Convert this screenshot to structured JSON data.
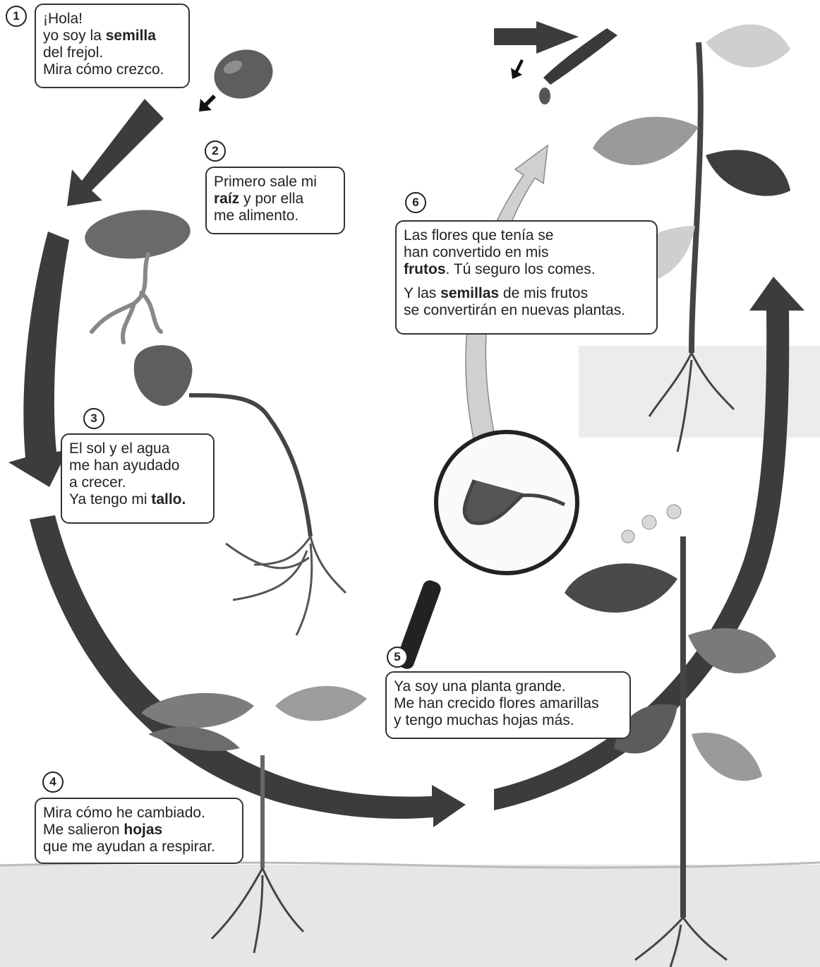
{
  "steps": [
    {
      "number": "1",
      "lines": [
        {
          "parts": [
            {
              "text": "¡Hola!",
              "bold": false
            }
          ]
        },
        {
          "parts": [
            {
              "text": "yo soy la ",
              "bold": false
            },
            {
              "text": "semilla",
              "bold": true
            }
          ]
        },
        {
          "parts": [
            {
              "text": "del frejol.",
              "bold": false
            }
          ]
        },
        {
          "parts": [
            {
              "text": "Mira cómo crezco.",
              "bold": false
            }
          ]
        }
      ]
    },
    {
      "number": "2",
      "lines": [
        {
          "parts": [
            {
              "text": "Primero sale mi",
              "bold": false
            }
          ]
        },
        {
          "parts": [
            {
              "text": "raíz",
              "bold": true
            },
            {
              "text": " y por ella",
              "bold": false
            }
          ]
        },
        {
          "parts": [
            {
              "text": "me alimento.",
              "bold": false
            }
          ]
        }
      ]
    },
    {
      "number": "3",
      "lines": [
        {
          "parts": [
            {
              "text": "El sol y el agua",
              "bold": false
            }
          ]
        },
        {
          "parts": [
            {
              "text": "me han ayudado",
              "bold": false
            }
          ]
        },
        {
          "parts": [
            {
              "text": "a crecer.",
              "bold": false
            }
          ]
        },
        {
          "parts": [
            {
              "text": "Ya tengo mi ",
              "bold": false
            },
            {
              "text": "tallo.",
              "bold": true
            }
          ]
        }
      ]
    },
    {
      "number": "4",
      "lines": [
        {
          "parts": [
            {
              "text": "Mira cómo he cambiado.",
              "bold": false
            }
          ]
        },
        {
          "parts": [
            {
              "text": "Me salieron ",
              "bold": false
            },
            {
              "text": "hojas",
              "bold": true
            }
          ]
        },
        {
          "parts": [
            {
              "text": "que me ayudan a respirar.",
              "bold": false
            }
          ]
        }
      ]
    },
    {
      "number": "5",
      "lines": [
        {
          "parts": [
            {
              "text": "Ya soy una planta grande.",
              "bold": false
            }
          ]
        },
        {
          "parts": [
            {
              "text": "Me han crecido flores amarillas",
              "bold": false
            }
          ]
        },
        {
          "parts": [
            {
              "text": "y tengo muchas hojas más.",
              "bold": false
            }
          ]
        }
      ]
    },
    {
      "number": "6",
      "lines": [
        {
          "parts": [
            {
              "text": "Las flores que tenía se",
              "bold": false
            }
          ]
        },
        {
          "parts": [
            {
              "text": "han convertido en mis",
              "bold": false
            }
          ]
        },
        {
          "parts": [
            {
              "text": "frutos",
              "bold": true
            },
            {
              "text": ". Tú seguro los comes.",
              "bold": false
            }
          ]
        },
        {
          "gap": true
        },
        {
          "parts": [
            {
              "text": "Y las ",
              "bold": false
            },
            {
              "text": "semillas",
              "bold": true
            },
            {
              "text": " de mis frutos",
              "bold": false
            }
          ]
        },
        {
          "parts": [
            {
              "text": "se convertirán en nuevas plantas.",
              "bold": false
            }
          ]
        }
      ]
    }
  ],
  "colors": {
    "arrow": "#3c3c3c",
    "arrow_light": "#c8c8c8",
    "seed": "#5a5a5a",
    "leaf_dark": "#4a4a4a",
    "leaf_mid": "#8a8a8a",
    "leaf_light": "#d6d6d6",
    "soil": "#dcdcdc"
  },
  "icons": [
    "bean-seed",
    "sprouting-seed",
    "seedling",
    "young-plant",
    "flowering-plant",
    "mature-plant",
    "magnifying-glass",
    "cycle-arrow"
  ]
}
